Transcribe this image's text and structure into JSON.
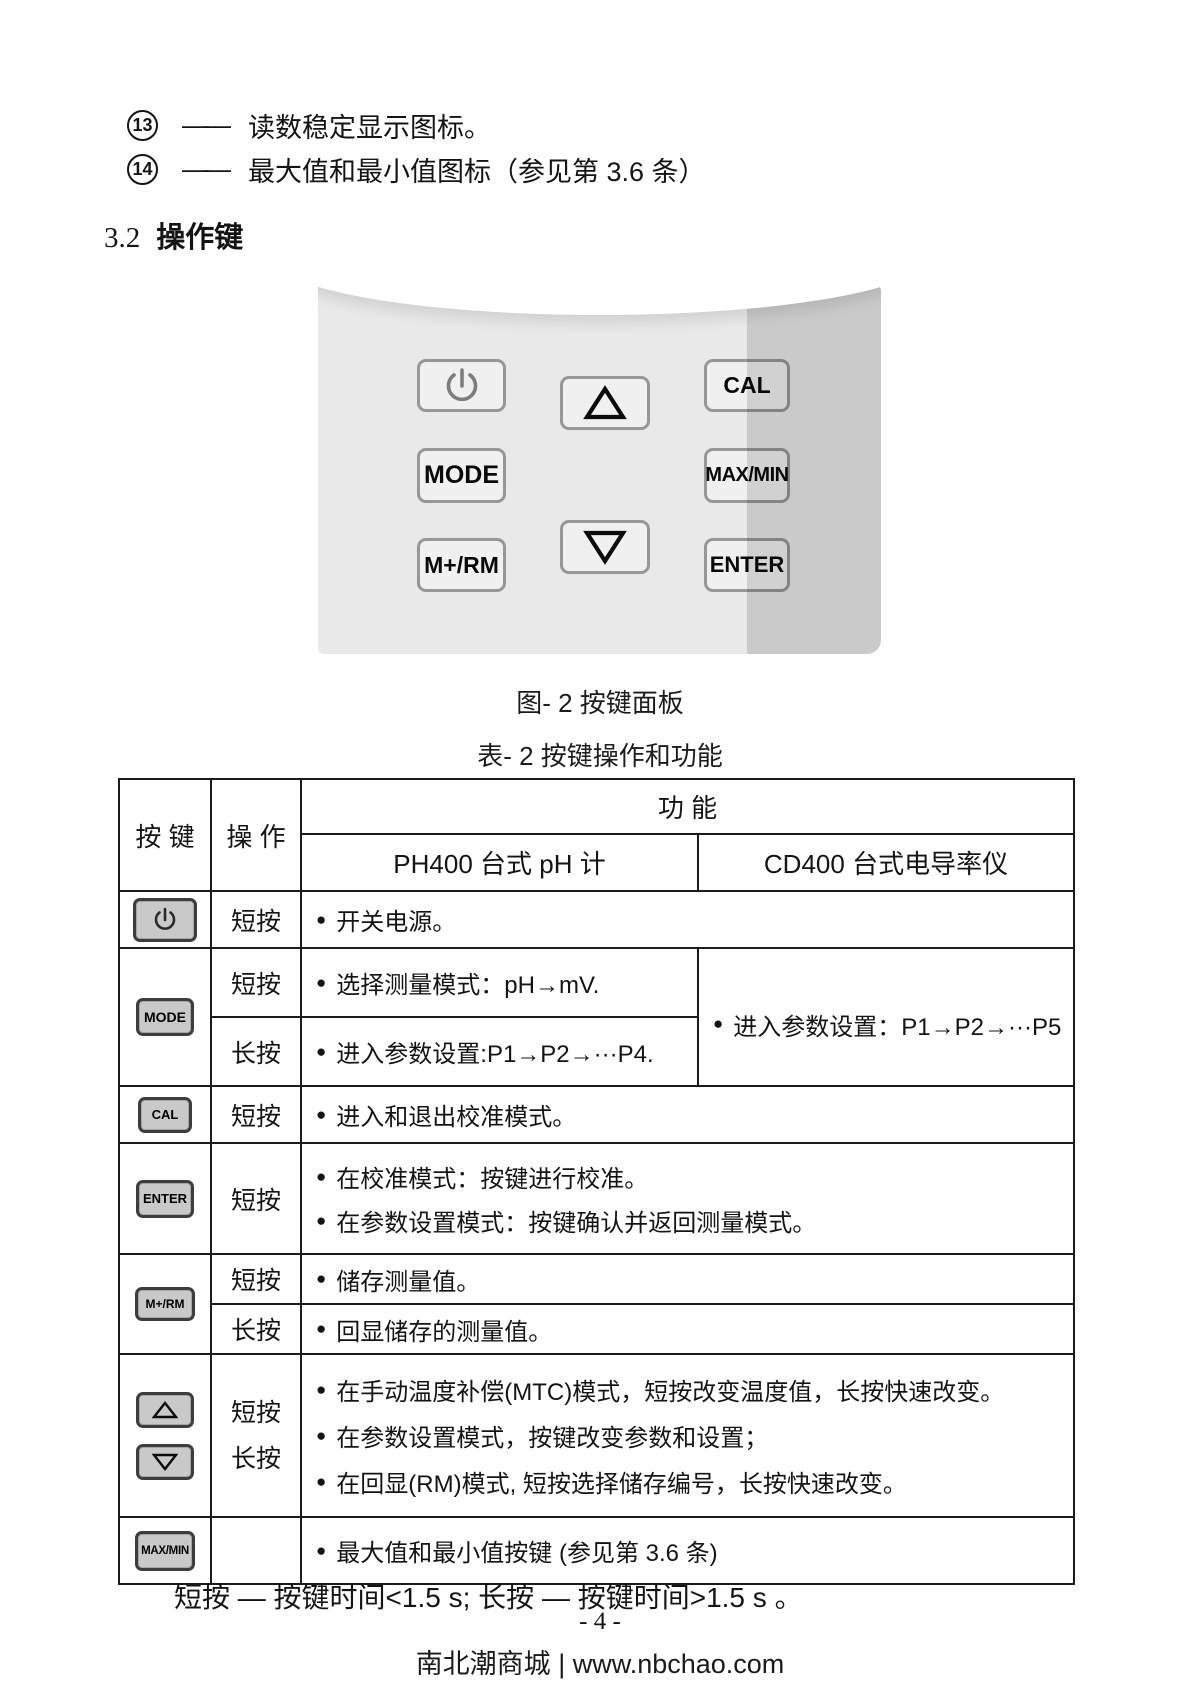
{
  "colors": {
    "panel_bg": "#e9e9e9",
    "panel_shade": "rgba(0,0,0,0.13)",
    "panel_button_bg": "#f0f0f0",
    "panel_button_border": "#979797",
    "table_key_bg": "#c9c9c9",
    "table_border": "#1c1c1c",
    "text": "#141414"
  },
  "intro_items": [
    {
      "num": "13",
      "dash": "——",
      "text": "读数稳定显示图标。"
    },
    {
      "num": "14",
      "dash": "——",
      "text": "最大值和最小值图标（参见第 3.6 条）"
    }
  ],
  "section": {
    "number": "3.2",
    "title": "操作键"
  },
  "keypad": {
    "caption": "图- 2 按键面板",
    "keys": {
      "cal": "CAL",
      "mode": "MODE",
      "maxmin": "MAX/MIN",
      "mprm": "M+/RM",
      "enter": "ENTER"
    }
  },
  "table": {
    "title": "表- 2 按键操作和功能",
    "bullet": "●",
    "headers": {
      "key": "按 键",
      "op": "操 作",
      "func": "功 能",
      "ph400": "PH400 台式 pH 计",
      "cd400": "CD400 台式电导率仪"
    },
    "rows": {
      "power": {
        "op": "短按",
        "func": "开关电源。"
      },
      "mode": {
        "op_short": "短按",
        "ph_short": "选择测量模式：pH→mV.",
        "cd": "进入参数设置：P1→P2→···P5",
        "op_long": "长按",
        "ph_long": "进入参数设置:P1→P2→···P4."
      },
      "cal": {
        "op": "短按",
        "func": "进入和退出校准模式。"
      },
      "enter": {
        "op": "短按",
        "func1": "在校准模式：按键进行校准。",
        "func2": "在参数设置模式：按键确认并返回测量模式。"
      },
      "mprm": {
        "op_short": "短按",
        "func_short": "储存测量值。",
        "op_long": "长按",
        "func_long": "回显储存的测量值。"
      },
      "arrows": {
        "op_short": "短按",
        "op_long": "长按",
        "func1": "在手动温度补偿(MTC)模式，短按改变温度值，长按快速改变。",
        "func2": "在参数设置模式，按键改变参数和设置；",
        "func3": "在回显(RM)模式, 短按选择储存编号，长按快速改变。"
      },
      "maxmin": {
        "op": "",
        "func": "最大值和最小值按键 (参见第 3.6 条)"
      }
    }
  },
  "footnote": "短按 — 按键时间<1.5 s; 长按 — 按键时间>1.5 s 。",
  "page_number": "- 4 -",
  "footer": "南北潮商城 | www.nbchao.com"
}
